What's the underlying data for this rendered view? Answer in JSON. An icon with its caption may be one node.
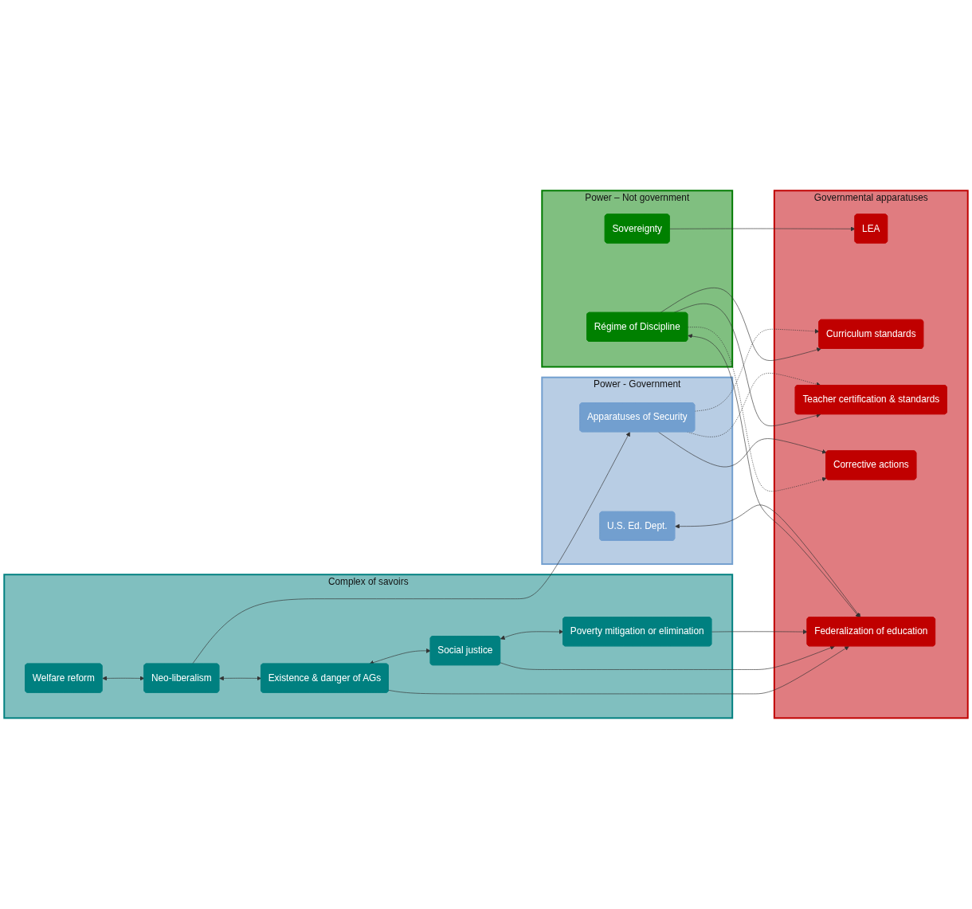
{
  "diagram": {
    "nodes": [
      {
        "text": [
          "Power – Not government"
        ]
      },
      {
        "text": [
          "Governmental apparatuses"
        ]
      },
      {
        "text": [
          "Power - Government"
        ]
      },
      {
        "text": [
          "Complex of savoirs"
        ]
      },
      {
        "text": [
          "Sovereignty"
        ],
        "in": 0
      },
      {
        "text": [
          "LEA"
        ],
        "in": 1
      },
      {
        "text": [
          "Welfare reform"
        ],
        "in": 3
      },
      {
        "text": [
          "Curriculum standards"
        ],
        "in": 1
      },
      {
        "text": [
          "Apparatuses of Security"
        ],
        "in": 2
      },
      {
        "text": [
          "Neo-liberalism"
        ],
        "in": 3
      },
      {
        "text": [
          "Régime of Discipline"
        ],
        "in": 0
      },
      {
        "text": [
          "Teacher certification & standards"
        ],
        "in": 1
      },
      {
        "text": [
          "Existence & danger of AGs"
        ],
        "in": 3
      },
      {
        "text": [
          "Corrective actions"
        ],
        "in": 1
      },
      {
        "text": [
          "Federalization of education"
        ],
        "in": 1
      },
      {
        "text": [
          "Social justice"
        ],
        "in": 3
      },
      {
        "text": [
          "Poverty mitigation or elimination"
        ],
        "in": 3
      },
      {
        "text": [
          "U.S. Ed. Dept."
        ],
        "in": 2
      }
    ],
    "edges": [
      {
        "from": 4,
        "to": 5,
        "arrow": "to"
      },
      {
        "from": 6,
        "to": 9,
        "arrow": "both"
      },
      {
        "from": 10,
        "to": 7,
        "arrow": "to"
      },
      {
        "from": 8,
        "to": 7,
        "arrow": "to",
        "style": "dashed"
      },
      {
        "from": 9,
        "to": 8,
        "arrow": "to"
      },
      {
        "from": 10,
        "to": 11,
        "arrow": "to"
      },
      {
        "from": 8,
        "to": 11,
        "arrow": "to",
        "style": "dashed"
      },
      {
        "from": 10,
        "to": 13,
        "arrow": "to",
        "style": "dashed"
      },
      {
        "from": 8,
        "to": 13,
        "arrow": "to"
      },
      {
        "from": 9,
        "to": 12,
        "arrow": "both"
      },
      {
        "from": 12,
        "to": 14,
        "arrow": "to"
      },
      {
        "from": 12,
        "to": 15,
        "arrow": "both"
      },
      {
        "from": 15,
        "to": 14,
        "arrow": "to"
      },
      {
        "from": 15,
        "to": 16,
        "arrow": "both"
      },
      {
        "from": 16,
        "to": 14,
        "arrow": "to"
      },
      {
        "from": 10,
        "to": 14,
        "arrow": "both"
      },
      {
        "from": 17,
        "to": 14,
        "arrow": "both"
      }
    ]
  }
}
